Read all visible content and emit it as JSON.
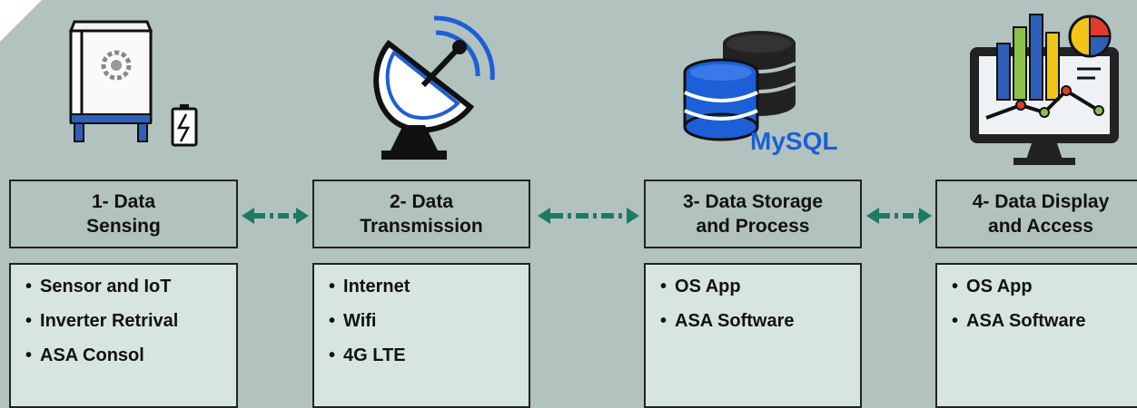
{
  "stages": [
    {
      "title_line1": "1- Data",
      "title_line2": "Sensing",
      "icon": "inverter-cabinet-with-battery-icon",
      "items": [
        "Sensor and IoT",
        "Inverter Retrival",
        "ASA Consol"
      ]
    },
    {
      "title_line1": "2- Data",
      "title_line2": "Transmission",
      "icon": "satellite-dish-icon",
      "items": [
        "Internet",
        "Wifi",
        "4G LTE"
      ]
    },
    {
      "title_line1": "3- Data Storage",
      "title_line2": "and Process",
      "icon": "database-icon",
      "logo_text": "MySQL",
      "items": [
        "OS App",
        "ASA Software"
      ]
    },
    {
      "title_line1": "4- Data Display",
      "title_line2": "and Access",
      "icon": "dashboard-monitor-icon",
      "items": [
        "OS App",
        "ASA Software"
      ]
    }
  ],
  "colors": {
    "background": "#b2c2be",
    "list_background": "#d7e5e2",
    "arrow": "#1f7a63",
    "mysql_blue": "#1c5fd6"
  }
}
